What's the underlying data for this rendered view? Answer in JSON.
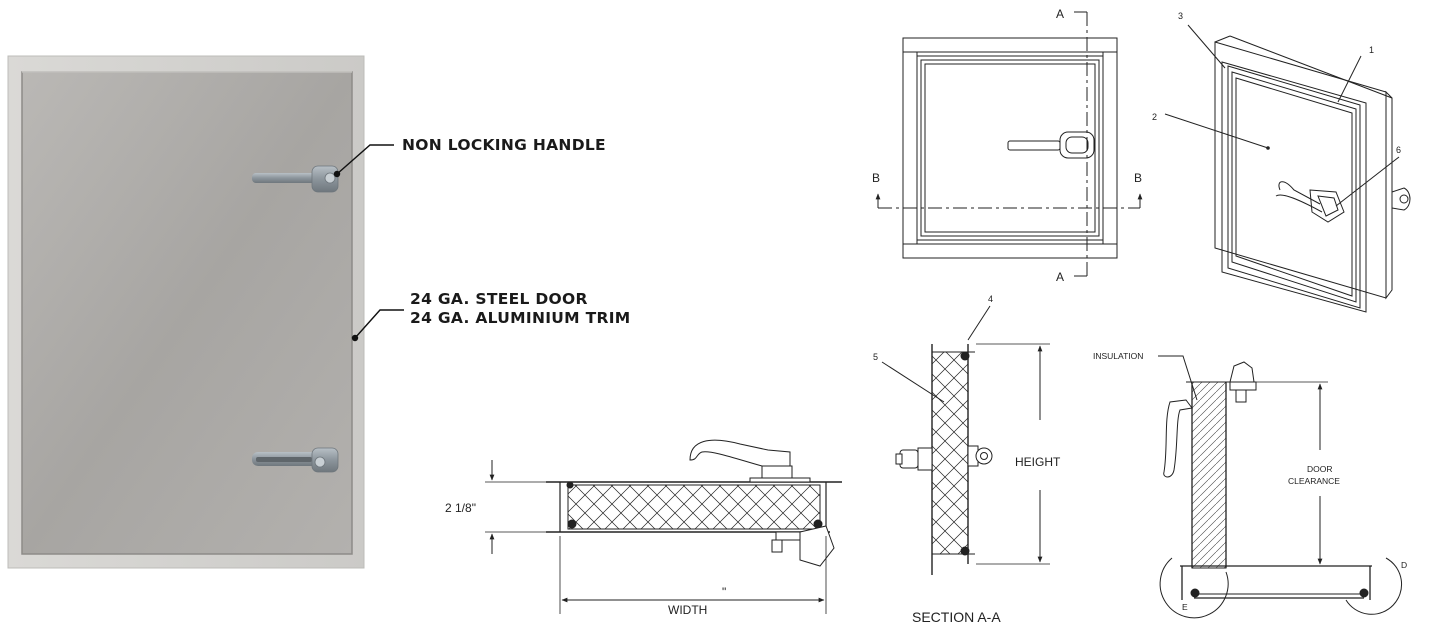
{
  "callouts": {
    "handle": "NON LOCKING HANDLE",
    "material_line1": "24 GA. STEEL DOOR",
    "material_line2": "24 GA. ALUMINIUM TRIM"
  },
  "front_view": {
    "section_a_top": "A",
    "section_a_bottom": "A",
    "section_b_left": "B",
    "section_b_right": "B"
  },
  "iso_view": {
    "tag_1": "1",
    "tag_2": "2",
    "tag_3": "3",
    "tag_6": "6"
  },
  "plan_section": {
    "thickness": "2 1/8\"",
    "width": "WIDTH",
    "inch_mark": "\""
  },
  "section_aa": {
    "tag_4": "4",
    "tag_5": "5",
    "height": "HEIGHT",
    "caption": "SECTION A-A"
  },
  "detail_view": {
    "insulation": "INSULATION",
    "clearance_line1": "DOOR",
    "clearance_line2": "CLEARANCE",
    "detail_d": "D",
    "detail_e": "E"
  },
  "colors": {
    "door_face": "#a9a7a4",
    "door_trim": "#d3d2cf",
    "handle_metal": "#8f98a0",
    "line": "#222222"
  }
}
